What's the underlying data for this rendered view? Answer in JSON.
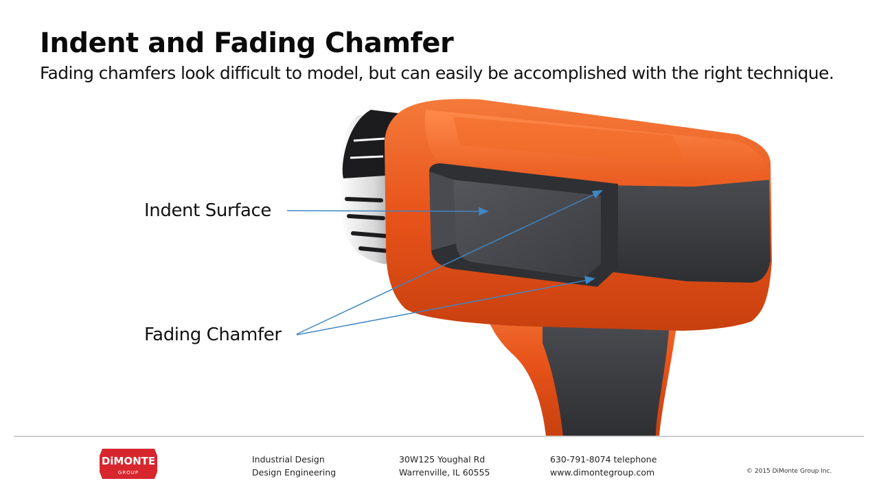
{
  "slide": {
    "title": "Indent and Fading Chamfer",
    "subtitle": "Fading chamfers look difficult to model, but can easily be accomplished with the right technique."
  },
  "callouts": {
    "indent_surface": "Indent Surface",
    "fading_chamfer": "Fading Chamfer"
  },
  "footer": {
    "logo_line1": "DiMONTE",
    "logo_line2": "GROUP",
    "services": [
      "Industrial Design",
      "Design Engineering"
    ],
    "address": [
      "30W125 Youghal Rd",
      "Warrenville, IL 60555"
    ],
    "contact": [
      "630-791-8074 telephone",
      "www.dimontegroup.com"
    ],
    "copyright": "© 2015 DiMonte Group Inc."
  },
  "colors": {
    "body_orange": "#e8531a",
    "grip_dark": "#3a3b3f",
    "arrow_blue": "#3f86c4",
    "logo_red": "#d7262e"
  }
}
